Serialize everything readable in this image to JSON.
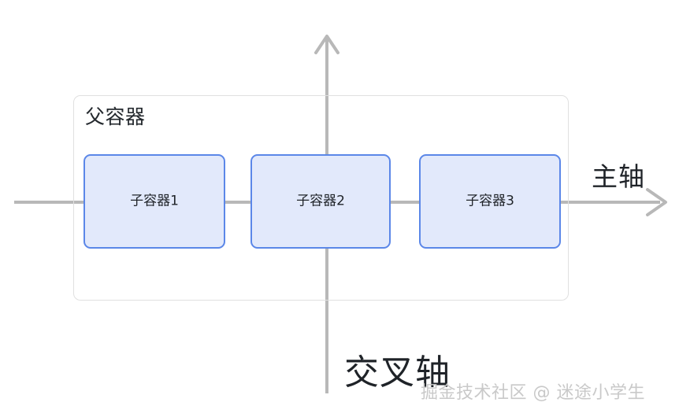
{
  "diagram": {
    "title": "flexbox-axes-diagram",
    "background_color": "#ffffff",
    "parent": {
      "label": "父容器",
      "border_color": "#e0e0e0"
    },
    "children": [
      {
        "label": "子容器1"
      },
      {
        "label": "子容器2"
      },
      {
        "label": "子容器3"
      }
    ],
    "child_style": {
      "fill_color": "#e2e9fb",
      "border_color": "#5b87e8"
    },
    "axes": {
      "color": "#b8b8b8",
      "main_axis_label": "主轴",
      "cross_axis_label": "交叉轴",
      "horizontal_arrow": "arrow-right",
      "vertical_arrow": "arrow-up"
    },
    "watermark": "掘金技术社区 @ 迷途小学生"
  }
}
